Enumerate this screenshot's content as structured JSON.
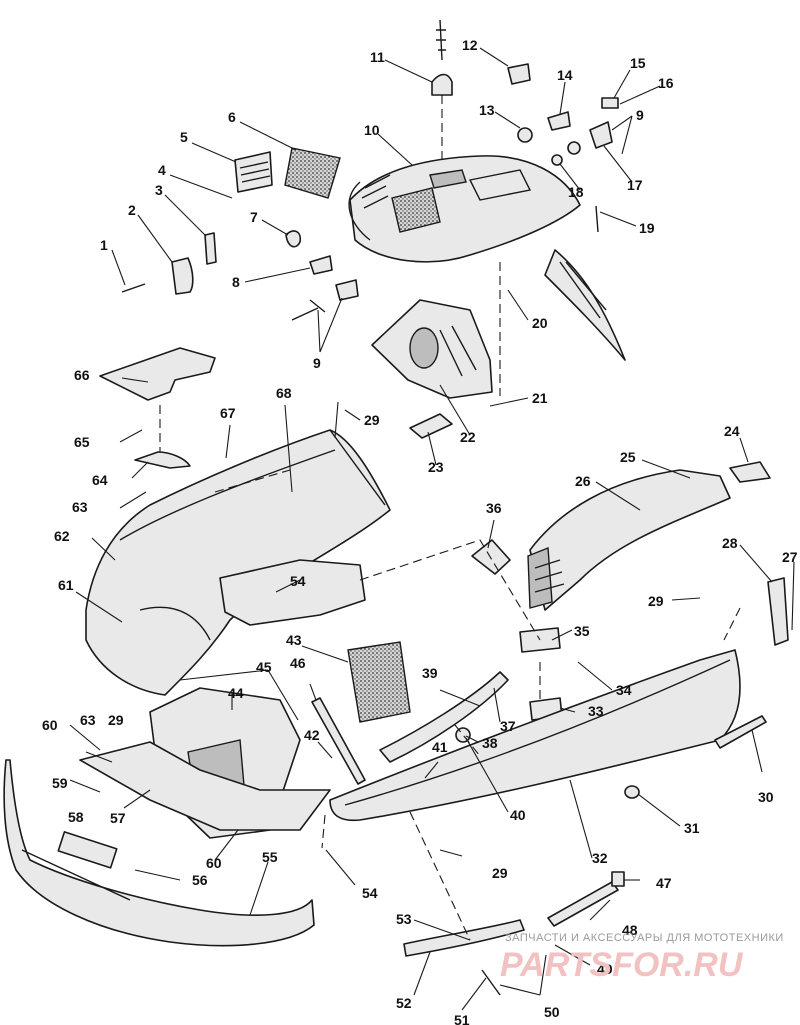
{
  "callouts": [
    {
      "id": "1",
      "label": "1"
    },
    {
      "id": "2",
      "label": "2"
    },
    {
      "id": "3",
      "label": "3"
    },
    {
      "id": "4",
      "label": "4"
    },
    {
      "id": "5",
      "label": "5"
    },
    {
      "id": "6",
      "label": "6"
    },
    {
      "id": "7",
      "label": "7"
    },
    {
      "id": "8",
      "label": "8"
    },
    {
      "id": "9a",
      "label": "9"
    },
    {
      "id": "9b",
      "label": "9"
    },
    {
      "id": "10",
      "label": "10"
    },
    {
      "id": "11",
      "label": "11"
    },
    {
      "id": "12",
      "label": "12"
    },
    {
      "id": "13",
      "label": "13"
    },
    {
      "id": "14",
      "label": "14"
    },
    {
      "id": "15",
      "label": "15"
    },
    {
      "id": "16",
      "label": "16"
    },
    {
      "id": "17",
      "label": "17"
    },
    {
      "id": "18",
      "label": "18"
    },
    {
      "id": "19",
      "label": "19"
    },
    {
      "id": "20",
      "label": "20"
    },
    {
      "id": "21",
      "label": "21"
    },
    {
      "id": "22",
      "label": "22"
    },
    {
      "id": "23",
      "label": "23"
    },
    {
      "id": "24",
      "label": "24"
    },
    {
      "id": "25",
      "label": "25"
    },
    {
      "id": "26",
      "label": "26"
    },
    {
      "id": "27",
      "label": "27"
    },
    {
      "id": "28",
      "label": "28"
    },
    {
      "id": "29a",
      "label": "29"
    },
    {
      "id": "29b",
      "label": "29"
    },
    {
      "id": "29c",
      "label": "29"
    },
    {
      "id": "29d",
      "label": "29"
    },
    {
      "id": "30",
      "label": "30"
    },
    {
      "id": "31",
      "label": "31"
    },
    {
      "id": "32",
      "label": "32"
    },
    {
      "id": "33",
      "label": "33"
    },
    {
      "id": "34",
      "label": "34"
    },
    {
      "id": "35",
      "label": "35"
    },
    {
      "id": "36",
      "label": "36"
    },
    {
      "id": "37",
      "label": "37"
    },
    {
      "id": "38",
      "label": "38"
    },
    {
      "id": "39",
      "label": "39"
    },
    {
      "id": "40",
      "label": "40"
    },
    {
      "id": "41",
      "label": "41"
    },
    {
      "id": "42",
      "label": "42"
    },
    {
      "id": "43",
      "label": "43"
    },
    {
      "id": "44",
      "label": "44"
    },
    {
      "id": "45",
      "label": "45"
    },
    {
      "id": "46",
      "label": "46"
    },
    {
      "id": "47",
      "label": "47"
    },
    {
      "id": "48",
      "label": "48"
    },
    {
      "id": "49",
      "label": "49"
    },
    {
      "id": "50",
      "label": "50"
    },
    {
      "id": "51",
      "label": "51"
    },
    {
      "id": "52",
      "label": "52"
    },
    {
      "id": "53",
      "label": "53"
    },
    {
      "id": "54a",
      "label": "54"
    },
    {
      "id": "54b",
      "label": "54"
    },
    {
      "id": "55",
      "label": "55"
    },
    {
      "id": "56",
      "label": "56"
    },
    {
      "id": "57",
      "label": "57"
    },
    {
      "id": "58",
      "label": "58"
    },
    {
      "id": "59",
      "label": "59"
    },
    {
      "id": "60a",
      "label": "60"
    },
    {
      "id": "60b",
      "label": "60"
    },
    {
      "id": "61",
      "label": "61"
    },
    {
      "id": "62",
      "label": "62"
    },
    {
      "id": "63a",
      "label": "63"
    },
    {
      "id": "63b",
      "label": "63"
    },
    {
      "id": "64",
      "label": "64"
    },
    {
      "id": "65",
      "label": "65"
    },
    {
      "id": "66",
      "label": "66"
    },
    {
      "id": "67",
      "label": "67"
    },
    {
      "id": "68",
      "label": "68"
    }
  ],
  "watermark": {
    "tagline": "ЗАПЧАСТИ И АКСЕССУАРЫ ДЛЯ МОТОТЕХНИКИ",
    "logo": "PARTSFOR.RU"
  },
  "colors": {
    "line": "#1a1a1a",
    "part_fill": "#e9e9e9",
    "watermark_logo": "#f2c2c2"
  }
}
